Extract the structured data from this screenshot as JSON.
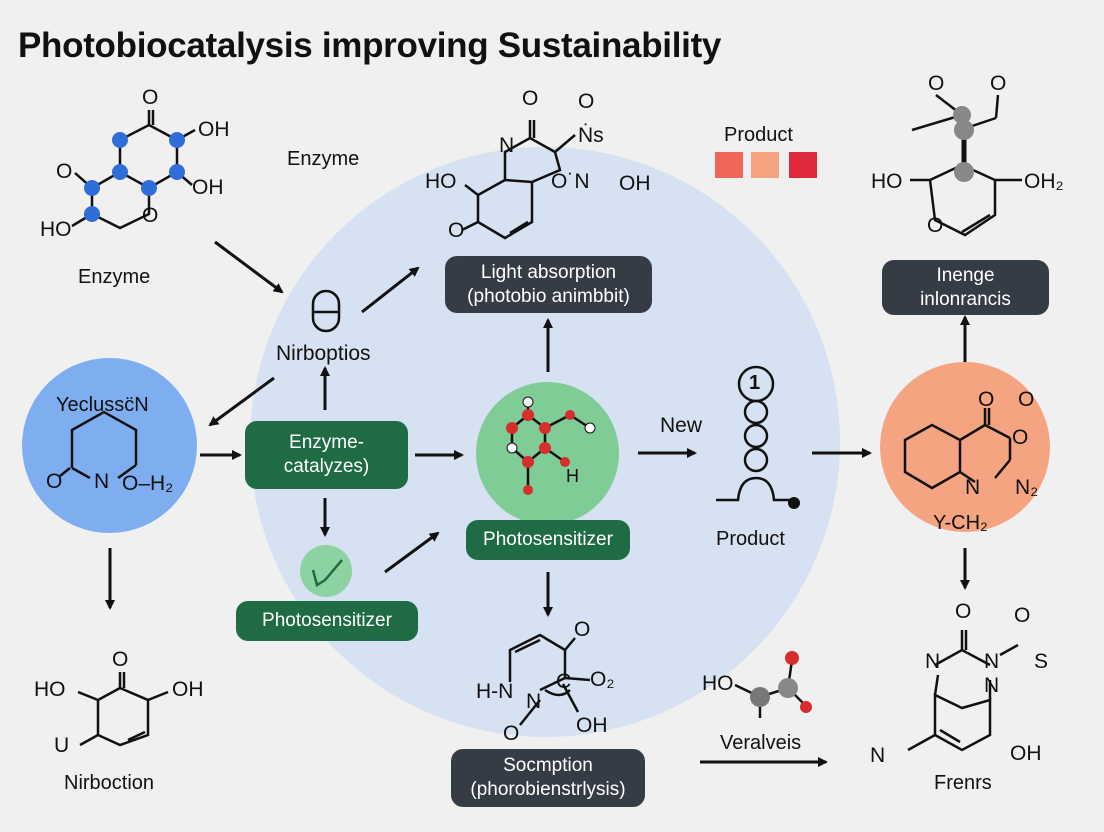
{
  "title": "Photobiocatalysis improving Sustainability",
  "labels": {
    "enzyme_top": "Enzyme",
    "enzyme_left": "Enzyme",
    "product_top": "Product",
    "niroptios": "Nirboptios",
    "new": "New",
    "product_mid": "Product",
    "nirboction": "Nirboction",
    "veralveis": "Veralveis",
    "frenrs": "Frenrs"
  },
  "boxes": {
    "light_absorption": {
      "line1": "Light absorption",
      "line2": "(photobio animbbit)"
    },
    "enzyme_catalyzes": {
      "line1": "Enzyme-",
      "line2": "catalyzes)"
    },
    "photosensitizer_left": "Photosensitizer",
    "photosensitizer_mid": "Photosensitizer",
    "socmption": {
      "line1": "Socmption",
      "line2": "(phorobienstrlysis)"
    },
    "inenge": {
      "line1": "Inenge",
      "line2": "inlonrancis"
    }
  },
  "circles": {
    "blue_title": "Yeclussc̈N",
    "blue_o": "O",
    "blue_n": "N",
    "blue_oh2": "O–H₂",
    "orange_y": "Y-CH₂",
    "orange_n": "N",
    "orange_n2": "N₂",
    "orange_o1": "O",
    "orange_o2": "O",
    "orange_o3": "O",
    "green_h": "H",
    "step_number": "1"
  },
  "atoms": {
    "tl_O_top": "O",
    "tl_OH1": "OH",
    "tl_O_left": "O",
    "tl_OH2": "OH",
    "tl_HO": "HO",
    "tl_O_bot": "O",
    "tm_O1": "O",
    "tm_O2": "O",
    "tm_N": "N",
    "tm_Ns": "Ṅs",
    "tm_HO": "HO",
    "tm_O_N": "O˙N",
    "tm_OH": "OH",
    "tm_O_bot": "O",
    "tr_O1": "O",
    "tr_O2": "O",
    "tr_HO": "HO",
    "tr_OH2": "OH₂",
    "tr_O_ring": "O",
    "bl_O": "O",
    "bl_HO": "HO",
    "bl_OH": "OH",
    "bl_U": "U",
    "bm_O_top": "O",
    "bm_HN": "H-N",
    "bm_C": "C",
    "bm_O2": "O₂",
    "bm_N": "N",
    "bm_O": "O",
    "bm_OH": "OH",
    "bv_HO": "HO",
    "br_O": "O",
    "br_N1": "N",
    "br_N2": "N",
    "br_N3": "N",
    "br_O_s": "O",
    "br_S": "S",
    "br_N_left": "N",
    "br_OH": "OH"
  },
  "colors": {
    "swatches": [
      "#f0675a",
      "#f5a37f",
      "#e0293a"
    ],
    "blue_circle": "#7eaef0",
    "orange_circle": "#f5a481",
    "green_circle": "#80cc96",
    "accent_green": "#1e6b44",
    "dark_box": "#363c46"
  }
}
